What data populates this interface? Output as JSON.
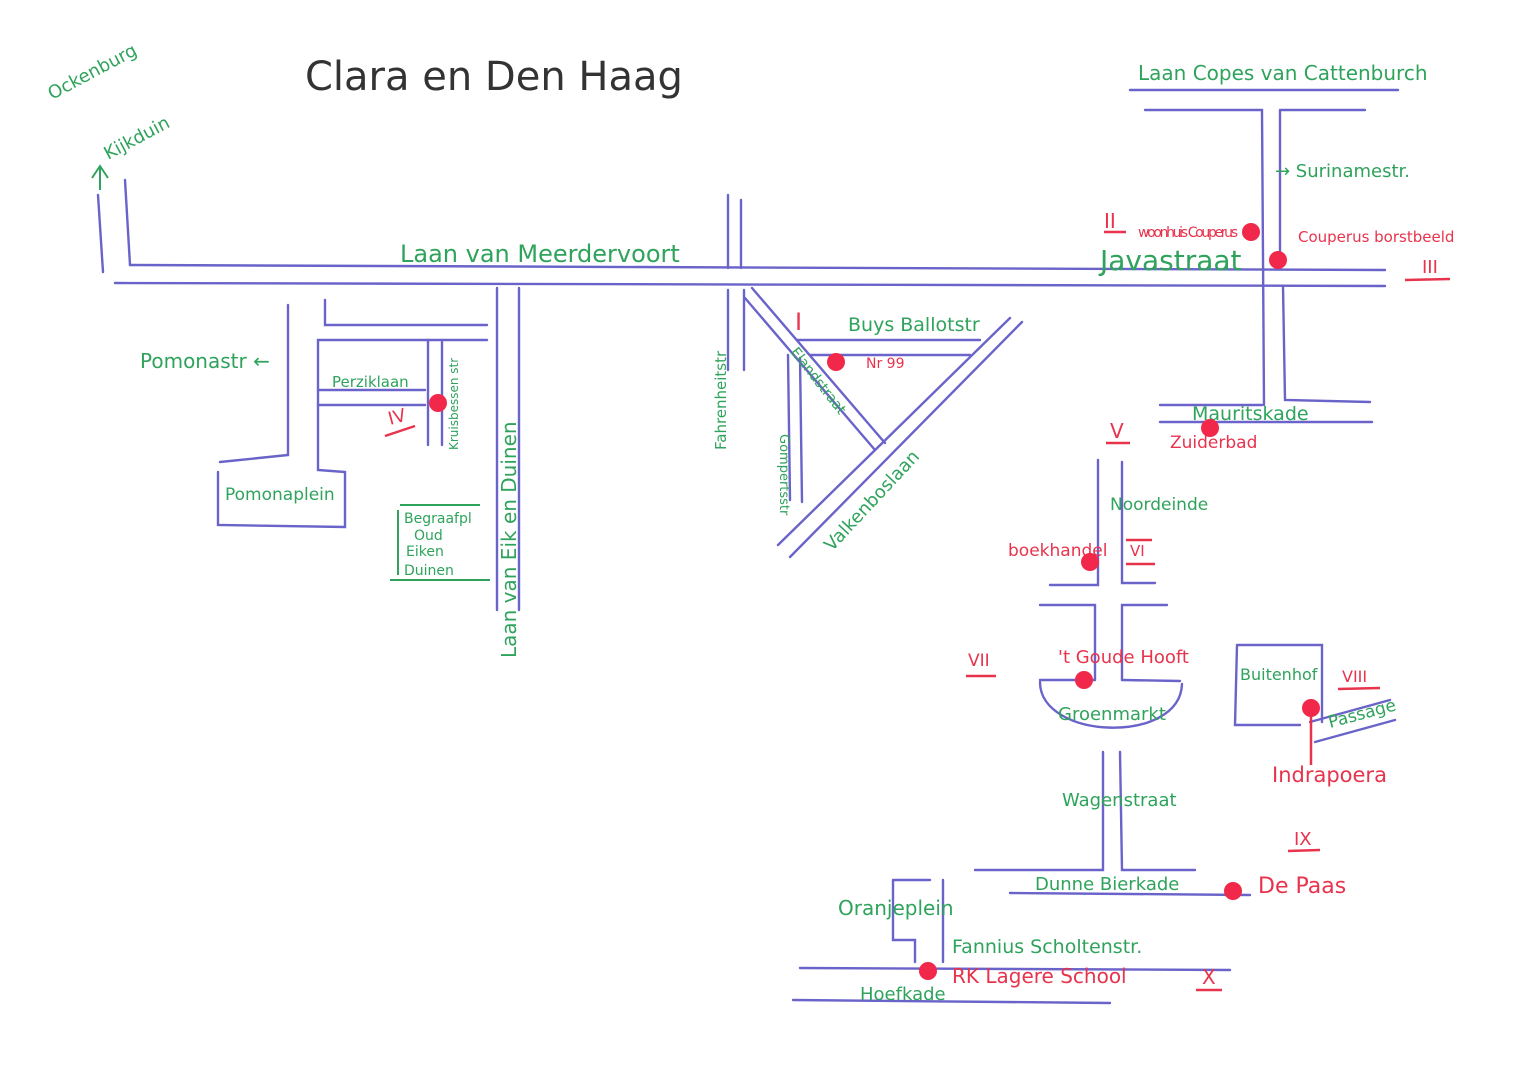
{
  "title": "Clara en Den Haag",
  "colors": {
    "road": "#6a63c9",
    "street_label": "#2fa35c",
    "marker": "#e8334d",
    "paper": "#ffffff"
  },
  "streets": {
    "ockenburg": "Ockenburg",
    "kijkduin": "Kijkduin",
    "laan_van_meerdervoort": "Laan van Meerdervoort",
    "laan_copes": "Laan Copes van Cattenburch",
    "surinamestr": "→ Surinamestr.",
    "javastraat": "Javastraat",
    "pomonastr": "Pomonastr ←",
    "perziklaan": "Perziklaan",
    "kruisbessenstr": "Kruisbessen str",
    "pomonaplein": "Pomonaplein",
    "laan_van_eik_en_duinen": "Laan van Eik en Duinen",
    "begraafplaats": [
      "Begraafpl",
      "Oud",
      "Eiken",
      "Duinen"
    ],
    "fahrenheitstr": "Fahrenheitstr",
    "elandstraat": "Elandstraat",
    "buys_ballotstr": "Buys Ballotstr",
    "gompertsstr": "Gompertsstr",
    "valkenboslaan": "Valkenboslaan",
    "mauritskade": "Mauritskade",
    "noordeinde": "Noordeinde",
    "groenmarkt": "Groenmarkt",
    "buitenhof": "Buitenhof",
    "passage": "Passage",
    "wagenstraat": "Wagenstraat",
    "dunne_bierkade": "Dunne Bierkade",
    "oranjeplein": "Oranjeplein",
    "fannius_scholtenstr": "Fannius Scholtenstr.",
    "herkade": "Hoefkade"
  },
  "places": [
    {
      "numeral": "I",
      "label": "Nr 99"
    },
    {
      "numeral": "II",
      "label": "woonhuis Couperus"
    },
    {
      "numeral": "III",
      "label": "Couperus borstbeeld"
    },
    {
      "numeral": "IV",
      "label": ""
    },
    {
      "numeral": "V",
      "label": "Zuiderbad"
    },
    {
      "numeral": "VI",
      "label": "boekhandel"
    },
    {
      "numeral": "VII",
      "label": "'t Goude Hooft"
    },
    {
      "numeral": "VIII",
      "label": "Indrapoera"
    },
    {
      "numeral": "IX",
      "label": "De Paas"
    },
    {
      "numeral": "X",
      "label": "RK Lagere School"
    }
  ]
}
